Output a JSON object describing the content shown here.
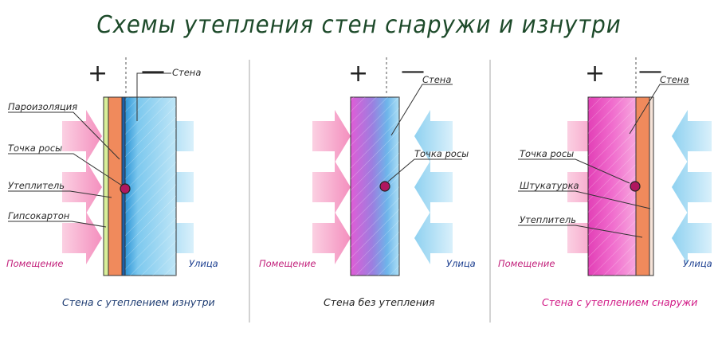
{
  "title": "Схемы утепления стен снаружи и изнутри",
  "signs": {
    "plus": "+",
    "minus": "—"
  },
  "panels": [
    {
      "caption": "Стена с утеплением изнутри",
      "caption_color": "#1f3d73",
      "labels": {
        "wall": "Стена",
        "vapor_barrier": "Пароизоляция",
        "dew_point": "Точка росы",
        "insulation": "Утеплитель",
        "drywall": "Гипсокартон",
        "room": "Помещение",
        "street": "Улица"
      }
    },
    {
      "caption": "Стена без утепления",
      "caption_color": "#222222",
      "labels": {
        "wall": "Стена",
        "dew_point": "Точка росы",
        "room": "Помещение",
        "street": "Улица"
      }
    },
    {
      "caption": "Стена с утеплением снаружи",
      "caption_color": "#d11a86",
      "labels": {
        "wall": "Стена",
        "dew_point": "Точка росы",
        "plaster": "Штукатурка",
        "insulation": "Утеплитель",
        "room": "Помещение",
        "street": "Улица"
      }
    }
  ],
  "colors": {
    "title": "#1d4a2a",
    "warm_arrow": "#f7a6c8",
    "cold_arrow": "#a9dcf2",
    "insulation": "#f08a5c",
    "drywall": "#d8ef9a",
    "wall_cold": "#7cc8ee",
    "wall_warm": "#e94fc0",
    "dew_point": "#b0175f",
    "room_label": "#c21f7a",
    "street_label": "#1a3d8f"
  }
}
